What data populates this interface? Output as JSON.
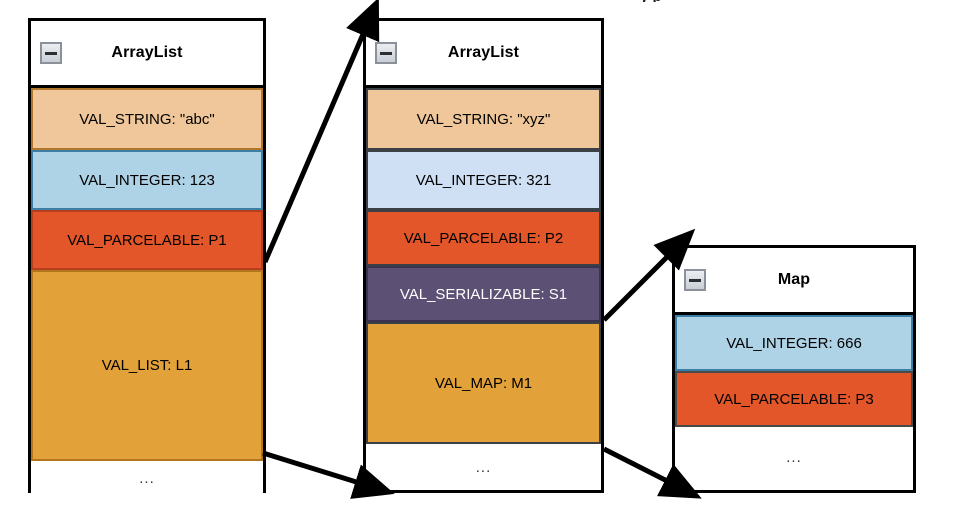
{
  "diagram": {
    "type": "object-structure-diagram",
    "clipped_top_text": "y  p",
    "colors": {
      "string": "#efc79a",
      "integer_strong": "#aed2e6",
      "integer_soft": "#cfe0f4",
      "parcelable": "#e2562a",
      "serializable": "#5c5074",
      "list_map": "#e3a139",
      "plain": "#ffffff",
      "outline": "#000000"
    },
    "boxes": [
      {
        "id": "left-arraylist",
        "title": "ArrayList",
        "collapse_icon": "minus-icon",
        "rows": [
          {
            "label": "VAL_STRING:  \"abc\"",
            "style": "string"
          },
          {
            "label": "VAL_INTEGER: 123",
            "style": "integer_strong"
          },
          {
            "label": "VAL_PARCELABLE: P1",
            "style": "parcelable"
          },
          {
            "label": "VAL_LIST: L1",
            "style": "list_map"
          },
          {
            "label": "...",
            "style": "plain"
          }
        ]
      },
      {
        "id": "middle-arraylist",
        "title": "ArrayList",
        "collapse_icon": "minus-icon",
        "rows": [
          {
            "label": "VAL_STRING:  \"xyz\"",
            "style": "string"
          },
          {
            "label": "VAL_INTEGER: 321",
            "style": "integer_soft"
          },
          {
            "label": "VAL_PARCELABLE: P2",
            "style": "parcelable"
          },
          {
            "label": "VAL_SERIALIZABLE: S1",
            "style": "serializable"
          },
          {
            "label": "VAL_MAP: M1",
            "style": "list_map"
          },
          {
            "label": "...",
            "style": "plain"
          }
        ]
      },
      {
        "id": "right-map",
        "title": "Map",
        "collapse_icon": "minus-icon",
        "rows": [
          {
            "label": "VAL_INTEGER: 666",
            "style": "integer_strong"
          },
          {
            "label": "VAL_PARCELABLE: P3",
            "style": "parcelable"
          },
          {
            "label": "...",
            "style": "plain"
          }
        ]
      }
    ],
    "arrows": [
      {
        "id": "arrow-p1-to-middle-arraylist",
        "from": "left-arraylist.VAL_PARCELABLE: P1",
        "to": "middle-arraylist.header"
      },
      {
        "id": "arrow-l1-to-middle-arraylist",
        "from": "left-arraylist.VAL_LIST: L1",
        "to": "middle-arraylist.footer"
      },
      {
        "id": "arrow-s1-to-map",
        "from": "middle-arraylist.VAL_SERIALIZABLE: S1",
        "to": "right-map.header"
      },
      {
        "id": "arrow-m1-to-map",
        "from": "middle-arraylist.VAL_MAP: M1",
        "to": "right-map.footer"
      }
    ]
  }
}
